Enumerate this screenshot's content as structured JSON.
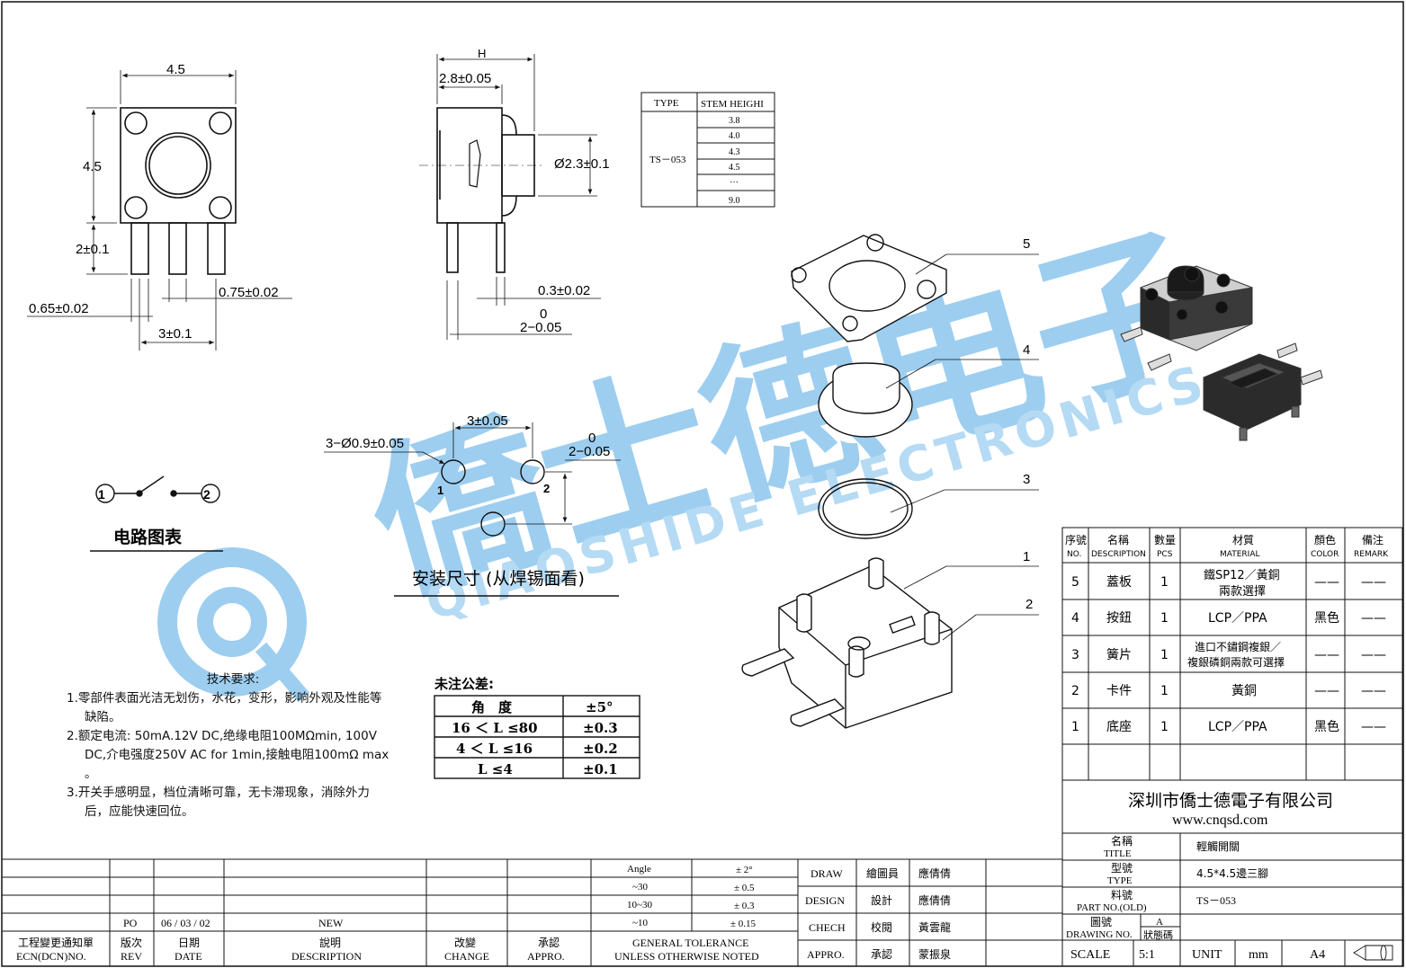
{
  "title_block": {
    "company": "深圳市僑士德電子有限公司",
    "website": "www.cnqsd.com",
    "name_label_cn": "名稱",
    "name_label_en": "TITLE",
    "name_value": "輕觸開關",
    "type_label_cn": "型號",
    "type_label_en": "TYPE",
    "type_value": "4.5*4.5邊三腳",
    "part_label_cn": "料號",
    "part_label_en": "PART NO.(OLD)",
    "part_value": "TS－053",
    "drawing_label_cn": "圖號",
    "drawing_label_en": "DRAWING NO.",
    "state_rev": "A",
    "state_label": "狀態碼",
    "scale_label": "SCALE",
    "scale_value": "5:1",
    "unit_label": "UNIT",
    "unit_value": "mm",
    "paper": "A4"
  },
  "signatures": [
    {
      "en": "DRAW",
      "cn": "繪圖員",
      "name": "應倩倩"
    },
    {
      "en": "DESIGN",
      "cn": "設計",
      "name": "應倩倩"
    },
    {
      "en": "CHECH",
      "cn": "校閱",
      "name": "黃雲龍"
    },
    {
      "en": "APPRO.",
      "cn": "承認",
      "name": "蒙振泉"
    }
  ],
  "tolerance_table": {
    "rows": [
      [
        "Angle",
        "± 2°"
      ],
      [
        "~30",
        "± 0.5"
      ],
      [
        "10~30",
        "± 0.3"
      ],
      [
        "~10",
        "± 0.15"
      ]
    ],
    "caption_1": "GENERAL  TOLERANCE",
    "caption_2": "UNLESS  OTHERWISE  NOTED"
  },
  "revision_table": {
    "entry": {
      "rev": "PO",
      "date": "06 / 03 / 02",
      "desc": "NEW"
    },
    "headers": [
      {
        "cn": "工程變更通知單",
        "en": "ECN(DCN)NO."
      },
      {
        "cn": "版次",
        "en": "REV"
      },
      {
        "cn": "日期",
        "en": "DATE"
      },
      {
        "cn": "說明",
        "en": "DESCRIPTION"
      },
      {
        "cn": "改變",
        "en": "CHANGE"
      },
      {
        "cn": "承認",
        "en": "APPRO."
      }
    ]
  },
  "bom": {
    "headers": [
      {
        "cn": "序號",
        "en": "NO."
      },
      {
        "cn": "名稱",
        "en": "DESCRIPTION"
      },
      {
        "cn": "數量",
        "en": "PCS"
      },
      {
        "cn": "材質",
        "en": "MATERIAL"
      },
      {
        "cn": "顏色",
        "en": "COLOR"
      },
      {
        "cn": "備注",
        "en": "REMARK"
      }
    ],
    "rows": [
      {
        "no": "5",
        "name": "蓋板",
        "pcs": "1",
        "mat1": "鐵SP12／黃銅",
        "mat2": "兩款選擇",
        "color": "——",
        "remark": "——"
      },
      {
        "no": "4",
        "name": "按鈕",
        "pcs": "1",
        "mat1": "LCP／PPA",
        "mat2": "",
        "color": "黑色",
        "remark": "——"
      },
      {
        "no": "3",
        "name": "簧片",
        "pcs": "1",
        "mat1": "進口不鏽鋼複銀／",
        "mat2": "複銀磷銅兩款可選擇",
        "color": "——",
        "remark": "——"
      },
      {
        "no": "2",
        "name": "卡件",
        "pcs": "1",
        "mat1": "黃銅",
        "mat2": "",
        "color": "——",
        "remark": "——"
      },
      {
        "no": "1",
        "name": "底座",
        "pcs": "1",
        "mat1": "LCP／PPA",
        "mat2": "",
        "color": "黑色",
        "remark": "——"
      }
    ]
  },
  "stem_table": {
    "type_header": "TYPE",
    "stem_header": "STEM HEIGHI",
    "type_value": "TS－053",
    "heights": [
      "3.8",
      "4.0",
      "4.3",
      "4.5",
      "···",
      "9.0"
    ]
  },
  "angle_table": {
    "title": "未注公差:",
    "rows": [
      [
        "角　度",
        "±5°"
      ],
      [
        "16 ＜ L ≤80",
        "±0.3"
      ],
      [
        "4 ＜ L ≤16",
        "±0.2"
      ],
      [
        "L ≤4",
        "±0.1"
      ]
    ]
  },
  "requirements": {
    "title": "技术要求:",
    "items": [
      "1.零部件表面光洁无划伤，水花，变形，影响外观及性能等缺陷。",
      "2.额定电流: 50mA.12V DC,绝缘电阻100MΩmin, 100V DC,介电强度250V AC for 1min,接触电阻100mΩ max 。",
      "3.开关手感明显，档位清晰可靠，无卡滞现象，消除外力后，应能快速回位。"
    ]
  },
  "labels": {
    "circuit": "电路图表",
    "mount": "安装尺寸 (从焊锡面看)",
    "pin1": "①",
    "pin2": "②",
    "mp1": "1",
    "mp2": "2",
    "callouts": [
      "5",
      "4",
      "3",
      "1",
      "2"
    ]
  },
  "dimensions": {
    "top_w": "4.5",
    "top_h": "4.5",
    "pin_len": "2±0.1",
    "pin_w": "0.65±0.02",
    "pin_t": "0.75±0.02",
    "pitch": "3±0.1",
    "H": "H",
    "body_d": "2.8±0.05",
    "stem_d": "Ø2.3±0.1",
    "pin_th": "0.3±0.02",
    "tol0": "0",
    "tol1": "2−0.05",
    "mount_pitch": "3±0.05",
    "mount_hole": "3−Ø0.9±0.05",
    "mount_tol0": "0",
    "mount_tol1": "2−0.05"
  },
  "watermark": {
    "cn": "僑士德电子",
    "en": "QIAOSHIDE ELECTRONICS"
  },
  "colors": {
    "watermark": "#7fbde8",
    "ink": "#111111"
  }
}
